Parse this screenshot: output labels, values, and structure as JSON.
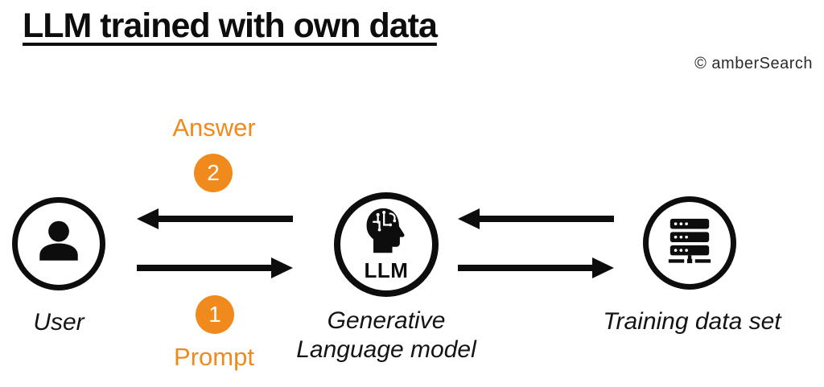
{
  "title": "LLM trained with own data",
  "copyright": "© amberSearch",
  "colors": {
    "accent_orange": "#F08A1D",
    "ink_black": "#0d0d0d",
    "label_black": "#141414",
    "copyright_gray": "#2b2b2b"
  },
  "nodes": {
    "user": {
      "label": "User",
      "icon": "user-icon"
    },
    "llm": {
      "badge": "LLM",
      "label_lines": [
        "Generative",
        "Language model"
      ],
      "icon": "ai-head-icon"
    },
    "training": {
      "label": "Training data set",
      "icon": "server-icon"
    }
  },
  "flows": {
    "answer": {
      "step": "2",
      "label": "Answer",
      "from": "Generative Language model",
      "to": "User"
    },
    "prompt": {
      "step": "1",
      "label": "Prompt",
      "from": "User",
      "to": "Generative Language model"
    },
    "feed": {
      "step": "",
      "label": "",
      "from": "Training data set",
      "to": "Generative Language model"
    },
    "query": {
      "step": "",
      "label": "",
      "from": "Generative Language model",
      "to": "Training data set"
    }
  }
}
